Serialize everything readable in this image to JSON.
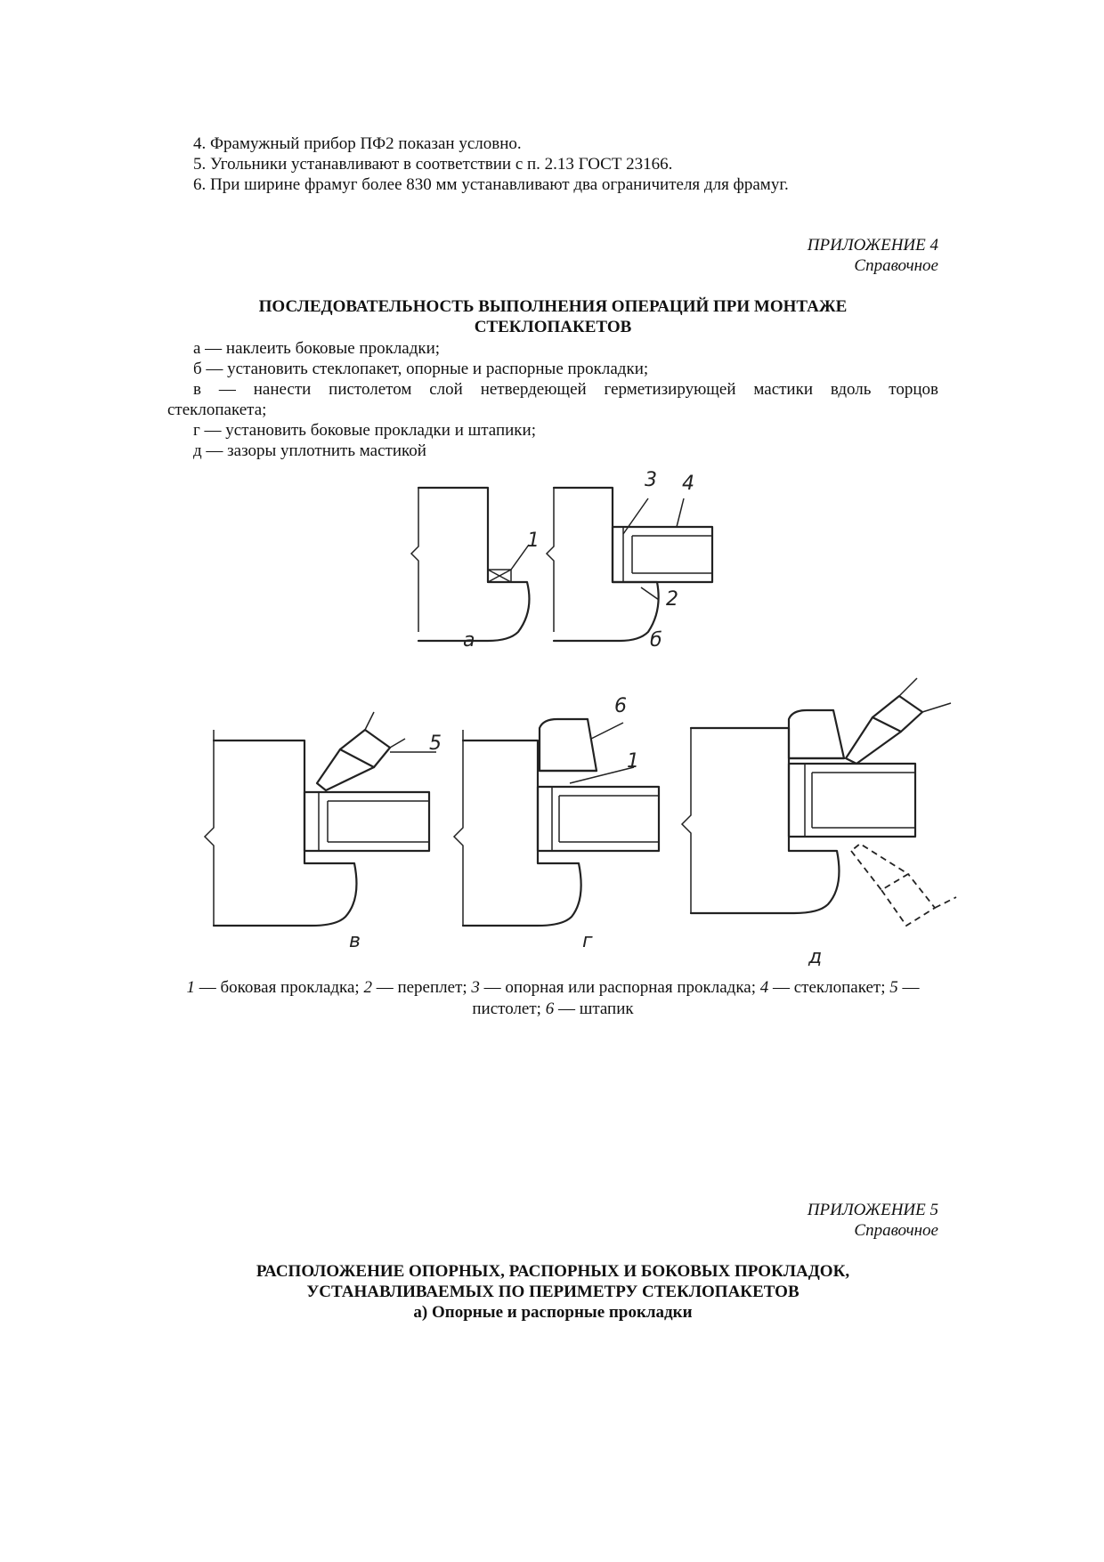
{
  "notes": [
    "4. Фрамужный прибор ПФ2 показан условно.",
    "5. Угольники устанавливают в соответствии с п. 2.13 ГОСТ 23166.",
    "6. При ширине фрамуг более 830 мм устанавливают два ограничителя для фрамуг."
  ],
  "appendix4": {
    "label": "ПРИЛОЖЕНИЕ 4",
    "type": "Справочное",
    "title_line1": "ПОСЛЕДОВАТЕЛЬНОСТЬ ВЫПОЛНЕНИЯ ОПЕРАЦИЙ ПРИ МОНТАЖЕ",
    "title_line2": "СТЕКЛОПАКЕТОВ",
    "steps": {
      "a": "а — наклеить боковые прокладки;",
      "b": "б — установить стеклопакет, опорные и распорные прокладки;",
      "v_line1": "в — нанести пистолетом слой нетвердеющей герметизирующей мастики вдоль торцов",
      "v_line2": "стеклопакета;",
      "g": "г — установить боковые прокладки и штапики;",
      "d": "д — зазоры уплотнить мастикой"
    },
    "figure": {
      "callouts": [
        "1",
        "2",
        "3",
        "4",
        "5",
        "6",
        "1"
      ],
      "sublabels": [
        "а",
        "б",
        "в",
        "г",
        "д"
      ]
    },
    "caption": {
      "n1": "1",
      "t1": " — боковая прокладка; ",
      "n2": "2",
      "t2": " — переплет; ",
      "n3": "3",
      "t3": " — опорная или распорная прокладка; ",
      "n4": "4",
      "t4": " — стеклопакет; ",
      "n5": "5",
      "t5": " — пистолет; ",
      "n6": "6",
      "t6": " — штапик"
    }
  },
  "appendix5": {
    "label": "ПРИЛОЖЕНИЕ 5",
    "type": "Справочное",
    "title_line1": "РАСПОЛОЖЕНИЕ ОПОРНЫХ, РАСПОРНЫХ И БОКОВЫХ ПРОКЛАДОК,",
    "title_line2": "УСТАНАВЛИВАЕМЫХ ПО ПЕРИМЕТРУ СТЕКЛОПАКЕТОВ",
    "subtitle": "а) Опорные и распорные прокладки"
  }
}
